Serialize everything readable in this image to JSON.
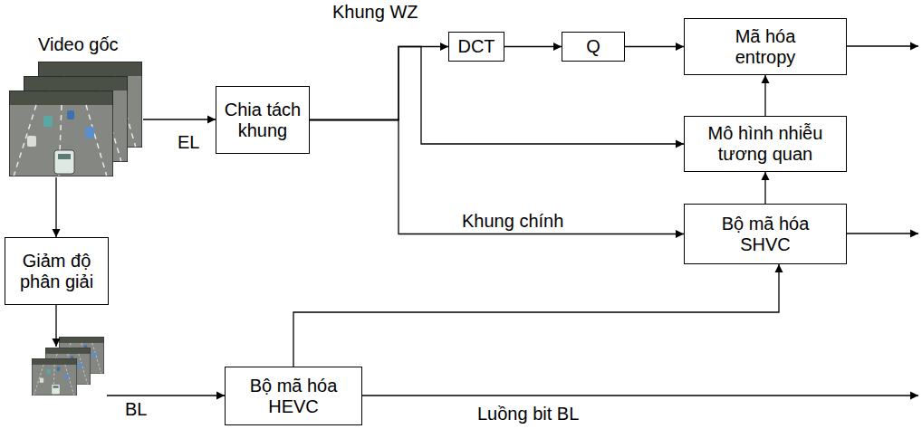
{
  "diagram": {
    "nodes": [
      {
        "text": [
          "Chia tách khung"
        ]
      },
      {
        "text": [
          "DCT"
        ]
      },
      {
        "text": [
          "Q"
        ]
      },
      {
        "text": [
          "Mã hóa entropy"
        ]
      },
      {
        "text": [
          "Mô hình nhiễu tương quan"
        ]
      },
      {
        "text": [
          "Bộ mã hóa SHVC"
        ]
      },
      {
        "text": [
          "Giảm độ phân giải"
        ]
      },
      {
        "text": [
          "Bộ mã hóa HEVC"
        ]
      }
    ],
    "edges": [
      {
        "from": 0,
        "to": 1,
        "arrow": "to",
        "label": "Khung WZ"
      },
      {
        "from": 0,
        "to": 4,
        "arrow": "to"
      },
      {
        "from": 0,
        "to": 5,
        "arrow": "to",
        "label": "Khung chính"
      },
      {
        "from": 1,
        "to": 2,
        "arrow": "to"
      },
      {
        "from": 2,
        "to": 3,
        "arrow": "to"
      },
      {
        "from": 5,
        "to": 4,
        "arrow": "to"
      },
      {
        "from": 4,
        "to": 3,
        "arrow": "to"
      },
      {
        "from": 7,
        "to": 5,
        "arrow": "to"
      }
    ],
    "labels": [
      "Video gốc",
      "EL",
      "BL",
      "Luồng bit BL"
    ]
  }
}
